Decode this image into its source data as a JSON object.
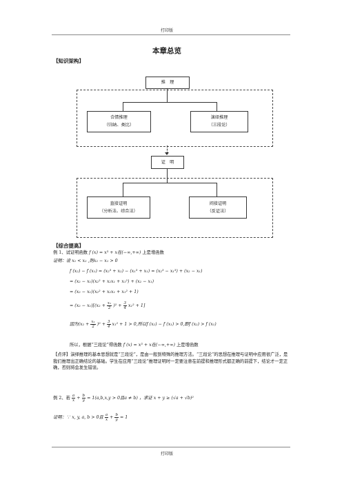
{
  "header_text": "打印版",
  "footer_text": "打印版",
  "title": "本章总览",
  "section1": "【知识架构】",
  "diagram": {
    "reasoning": "推　理",
    "plausible": "合情推理",
    "plausible_sub": "（归纳、类比）",
    "deductive": "演绎推理",
    "deductive_sub": "（三段论）",
    "proof": "证　明",
    "direct": "直接证明",
    "direct_sub": "（分析法、综合法）",
    "indirect": "间接证明",
    "indirect_sub": "（反证法）"
  },
  "section2": "【综合提高】",
  "ex1": {
    "line1_a": "例 1、试证明函数",
    "line1_f": "f (x) = x³ + x在(−∞,+∞)",
    "line1_b": "上是增函数",
    "line2": "证明：设 x₁ < x₂ ,则x₂ − x₁ > 0",
    "eq1": "f (x₂) − f (x₁) = (x₂³ + x₂) − (x₁³ + x₁) = (x₂³ − x₁³) + (x₂ − x₁)",
    "eq2": "= (x₂ − x₁)(x₂² + x₂x₁ + x₁²) + (x₂ − x₁)",
    "eq3": "= (x₂ − x₁)(x₂² + x₂x₁ + x₁² + 1)",
    "eq4_a": "= (x₂ − x₁)[(x₂ +",
    "eq4_b": ")² +",
    "eq4_c": "x₁² + 1]",
    "because_a": "因为(x₂ +",
    "because_b": ")² +",
    "because_c": "x₁² + 1 > 0,所以f (x₂) − f (x₁) > 0,即f (x₂) > f (x₁)",
    "conclusion_a": "所以，根据“三段论”得函数",
    "conclusion_f": "f (x) = x³ + x在(−∞,+∞)",
    "conclusion_b": "上是增函数",
    "frac_num": "x₁",
    "frac_den": "2",
    "frac2_num": "3",
    "frac2_den": "4"
  },
  "comment": "【点评】演绎推理的基本思想就是“三段论”，是由一般到特殊的推理方法。“三段论”的思想在推理与证明中应用很广泛，是我们推理出正确结论的基础。学生在应用“三段论”推理证明时一定要注意在前提和推理形式都正确的前提下，结论才一定正确，否则将会发生错误。",
  "ex2": {
    "line1_a": "例 2、若",
    "frac_a_num": "a",
    "frac_a_den": "x",
    "plus": "+",
    "frac_b_num": "b",
    "frac_b_den": "y",
    "line1_b": "= 1(a,b,x,y > 0且a ≠ b)",
    "line1_c": "，求证 x + y ≥ (√a + √b)²",
    "line2_a": "证明：∵ x, y, a, b > 0且",
    "line2_b": "= 1"
  }
}
